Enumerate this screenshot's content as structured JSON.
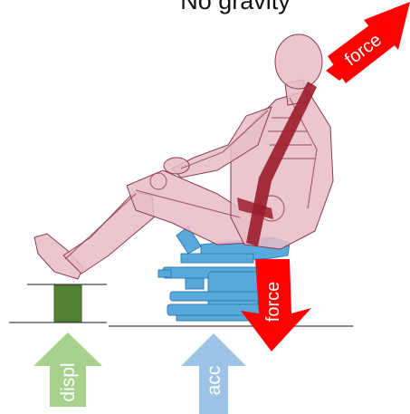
{
  "title": "No gravity",
  "labels": {
    "force_upper": "force",
    "force_lower": "force",
    "displ": "displ",
    "acc": "acc"
  },
  "colors": {
    "force_arrow": "#ff0000",
    "displ_arrow": "#a9d18e",
    "acc_arrow": "#9dc3e6",
    "foot_block": "#548235",
    "dummy_body": "#e9bcc6",
    "dummy_outline": "#8a3b4f",
    "seat_belt": "#9c1c2c",
    "seat_fixture": "#5aa9dc"
  },
  "icons": [
    "crash-test-dummy",
    "seat-fixture",
    "foot-plate"
  ]
}
